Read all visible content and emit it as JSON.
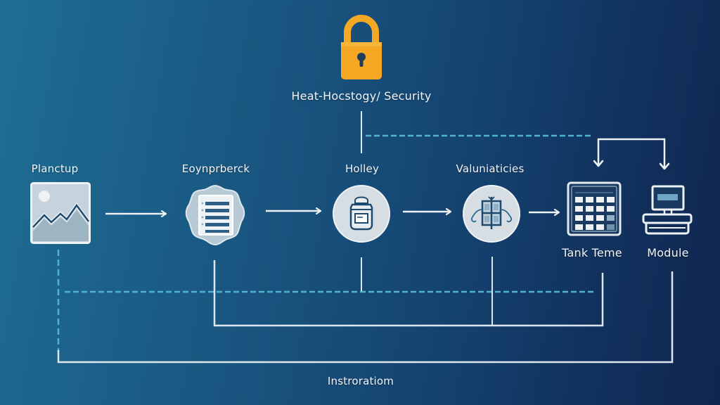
{
  "diagram": {
    "top_node": {
      "label": "Heat-Hocstogy/ Security",
      "icon": "lock-icon"
    },
    "nodes": [
      {
        "id": "planctup",
        "label": "Planctup",
        "icon": "image-icon"
      },
      {
        "id": "eoynprberck",
        "label": "Eoynprberck",
        "icon": "document-list-icon"
      },
      {
        "id": "holley",
        "label": "Holley",
        "icon": "jar-icon"
      },
      {
        "id": "valuniaticies",
        "label": "Valuniaticies",
        "icon": "grid-network-icon"
      },
      {
        "id": "tank-teme",
        "label": "Tank Teme",
        "icon": "calculator-icon"
      },
      {
        "id": "module",
        "label": "Module",
        "icon": "computer-terminal-icon"
      }
    ],
    "bottom_label": "Instroratiom",
    "colors": {
      "lock": "#f5a823",
      "line": "#dfe7ee",
      "dashed": "#4fb3cf",
      "icon_fill": "#d6dde3",
      "icon_stroke": "#1d4a6e"
    }
  }
}
